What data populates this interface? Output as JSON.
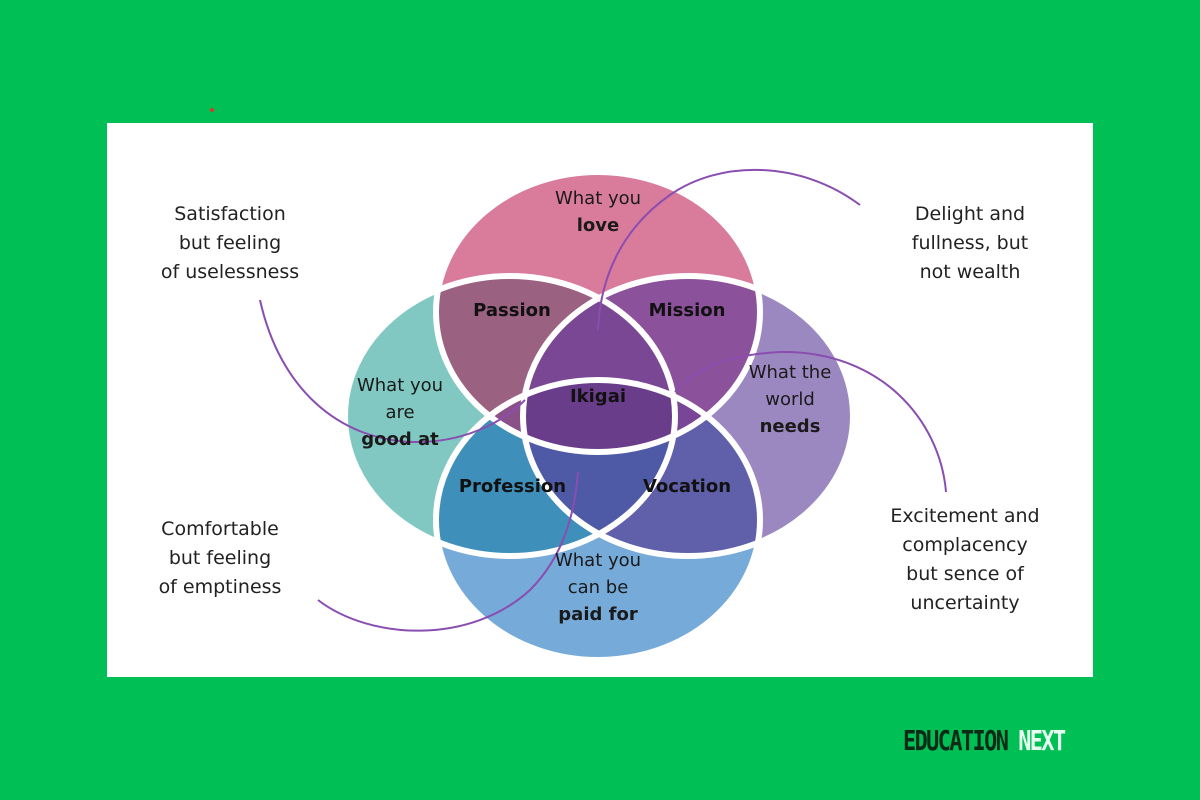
{
  "diagram": {
    "circles": {
      "love": {
        "line1": "What you",
        "bold": "love",
        "color": "#d97c9c"
      },
      "good_at": {
        "line1": "What you are",
        "bold": "good at",
        "color": "#80c8c1"
      },
      "world_needs": {
        "line1": "What the\nworld",
        "bold": "needs",
        "color": "#9c88c0"
      },
      "paid_for": {
        "line1": "What you\ncan be",
        "bold": "paid for",
        "color": "#76aad9"
      }
    },
    "overlaps": {
      "passion": {
        "label": "Passion",
        "color": "#9a6181"
      },
      "mission": {
        "label": "Mission",
        "color": "#8c519b"
      },
      "profession": {
        "label": "Profession",
        "color": "#3f8fbb"
      },
      "vocation": {
        "label": "Vocation",
        "color": "#5f60a9"
      },
      "ikigai": {
        "label": "Ikigai",
        "color": "#6a3d8b"
      }
    },
    "notes": {
      "top_left": "Satisfaction\nbut feeling\nof uselessness",
      "top_right": "Delight and\nfullness, but\nnot wealth",
      "bottom_left": "Comfortable\nbut feeling\nof emptiness",
      "bottom_right": "Excitement and\ncomplacency\nbut sence of\nuncertainty"
    },
    "curve_color": "#8a4db0"
  },
  "logo": {
    "part1": "EDUCATION",
    "part2": "NEXT"
  },
  "colors": {
    "background": "#00bf55"
  }
}
